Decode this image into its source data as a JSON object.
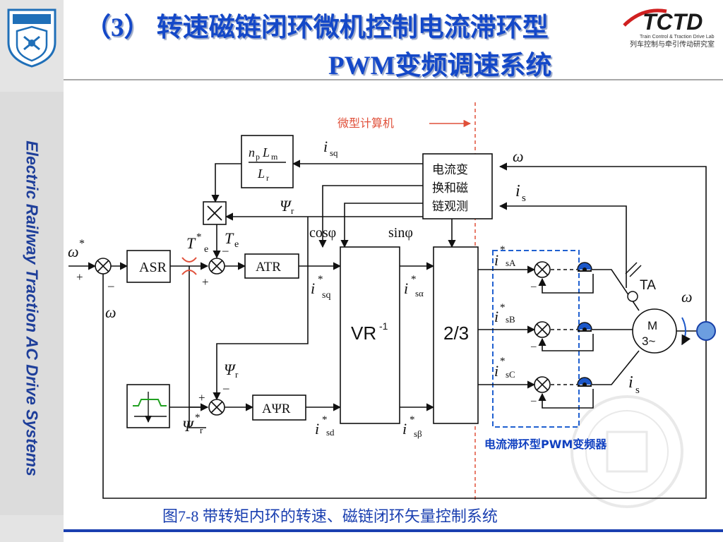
{
  "slide": {
    "title_line1": "（3）   转速磁链闭环微机控制电流滞环型",
    "title_line2": "PWM变频调速系统",
    "side_text": "Electric Railway Traction AC Drive Systems",
    "caption": "图7-8  带转矩内环的转速、磁链闭环矢量控制系统",
    "logo_right": {
      "mark": "TCTD",
      "subtitle_en": "Train Control & Traction Drive Lab",
      "subtitle_cn": "列车控制与牵引传动研究室"
    },
    "logo_left_icon": "university-emblem-icon",
    "watermark_icon": "university-seal-watermark-icon"
  },
  "diagram": {
    "microcomputer_label": "微型计算机",
    "inverter_label": "电流滞环型PWM变频器",
    "blocks": {
      "asr": "ASR",
      "atr": "ATR",
      "apsir": "AΨR",
      "vr_inv": "VR",
      "vr_inv_sup": "-1",
      "two_three": "2/3",
      "observer_lines": [
        "电流变",
        "换和磁",
        "链观测"
      ],
      "motor_m": "M",
      "motor_3": "3~",
      "ta": "TA"
    },
    "signals": {
      "omega": "ω",
      "psi": "Ψ",
      "cos": "cosφ",
      "sin": "sinφ",
      "T": "T",
      "i": "i",
      "np": "n",
      "Lm": "L",
      "Lr": "L",
      "star": "*",
      "minus": "–",
      "plus": "+",
      "sub_sq": "sq",
      "sub_sd": "sd",
      "sub_s": "s",
      "sub_r": "r",
      "sub_e": "e",
      "sub_m": "m",
      "sub_p": "p",
      "sub_salpha": "sα",
      "sub_sbeta": "sβ",
      "sub_sA": "sA",
      "sub_sB": "sB",
      "sub_sC": "sC"
    }
  },
  "colors": {
    "title": "#1448c8",
    "line": "#111111",
    "red_dashed": "#e0503a",
    "blue_dashed": "#2060d0",
    "motor_blue": "#1c57c8",
    "green_limiter": "#20a020",
    "terminal_blue": "#1840a8"
  }
}
